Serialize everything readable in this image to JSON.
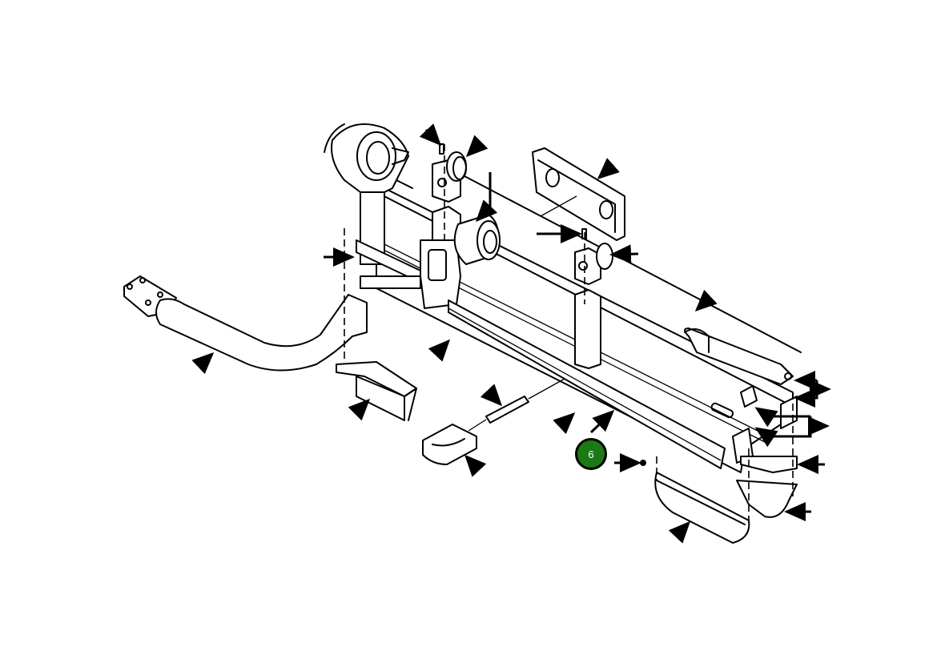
{
  "diagram": {
    "type": "exploded-parts-illustration",
    "background": "#ffffff",
    "line_color": "#000000",
    "callouts": [
      {
        "id": "callout-6",
        "label": "6",
        "fill": "#1b7a16",
        "border": "#000000",
        "text_color": "#ffffff"
      }
    ],
    "parts": [
      "bearing-housing",
      "set-screw-left",
      "bearing-cap-left",
      "pivot-block-left",
      "bushing-cylinder",
      "mounting-plate",
      "set-screw-right",
      "pivot-block-right",
      "bearing-cap-right",
      "main-beam",
      "curved-arm",
      "wear-strip-left",
      "bracket-pad",
      "pin-rod",
      "saddle-block",
      "wear-strip-center",
      "end-brackets",
      "end-plates",
      "wear-bar-right",
      "trough-center",
      "trough-right",
      "fastener-dot"
    ],
    "leader_arrow_count": 25
  }
}
